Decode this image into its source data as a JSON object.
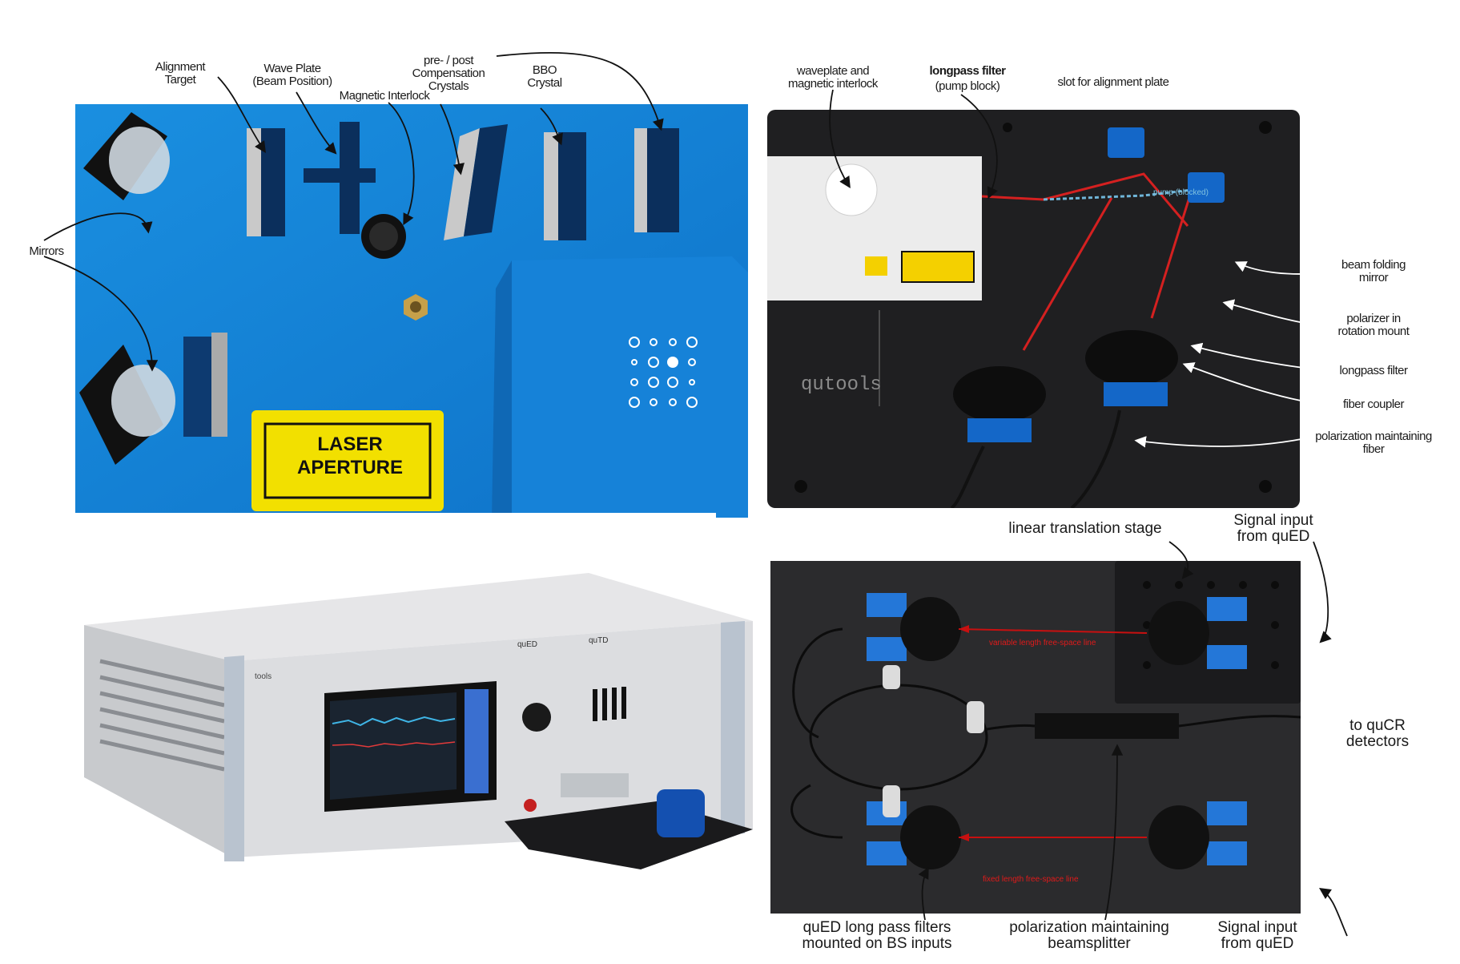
{
  "panel_a": {
    "labels": {
      "alignment_target": "Alignment\nTarget",
      "wave_plate": "Wave Plate\n(Beam Position)",
      "magnetic_interlock": "Magnetic Interlock",
      "compensation": "pre- / post\nCompensation\nCrystals",
      "bbo": "BBO\nCrystal",
      "mirrors": "Mirrors"
    },
    "laser_aperture": "LASER\nAPERTURE"
  },
  "panel_b": {
    "labels": {
      "waveplate_interlock": "waveplate and\nmagnetic interlock",
      "longpass_title": "longpass filter",
      "longpass_sub": "(pump block)",
      "slot": "slot for alignment plate",
      "beam_folding": "beam folding\nmirror",
      "polarizer": "polarizer in\nrotation mount",
      "longpass_filter": "longpass filter",
      "fiber_coupler": "fiber coupler",
      "pm_fiber": "polarization maintaining\nfiber"
    },
    "pump_text": "pump (blocked)",
    "brand": "qutools"
  },
  "panel_c": {
    "brand": "tools",
    "unit_left": "quED",
    "unit_right": "quTD"
  },
  "panel_d": {
    "labels": {
      "linear_stage": "linear translation stage",
      "signal_top": "Signal input\nfrom quED",
      "to_qucr": "to quCR\ndetectors",
      "long_pass": "quED long pass filters\nmounted on BS inputs",
      "pm_beamsplitter": "polarization maintaining\nbeamsplitter",
      "signal_bottom": "Signal input\nfrom quED"
    },
    "variable_line": "variable length free-space line",
    "fixed_line": "fixed length free-space line"
  }
}
